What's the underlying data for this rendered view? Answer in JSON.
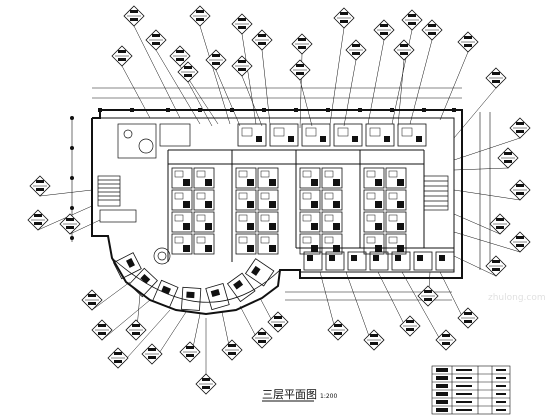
{
  "drawing": {
    "title": "三层平面图",
    "scale": "1:200"
  },
  "legend": {
    "rows": 6
  },
  "watermark": {
    "site": "zhulong.com"
  },
  "colors": {
    "line": "#111111",
    "paper": "#ffffff",
    "watermark": "#c8c8c8"
  }
}
